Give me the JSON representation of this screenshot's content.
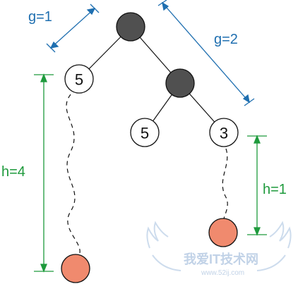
{
  "labels": {
    "g_left": "g=1",
    "g_right": "g=2",
    "h_left": "h=4",
    "h_right": "h=1"
  },
  "nodes": {
    "left_child": "5",
    "right_left_grandchild": "5",
    "right_right_grandchild": "3"
  },
  "watermark": {
    "text": "我爱IT技术网",
    "url": "www.52ij.com"
  },
  "colors": {
    "dark_node": "#505050",
    "white_node": "#ffffff",
    "leaf_node": "#f08a6e",
    "blue_dimension": "#1f6fb0",
    "green_dimension": "#1e9a3c",
    "edge": "#111111",
    "watermark": "#b7cbe3"
  }
}
